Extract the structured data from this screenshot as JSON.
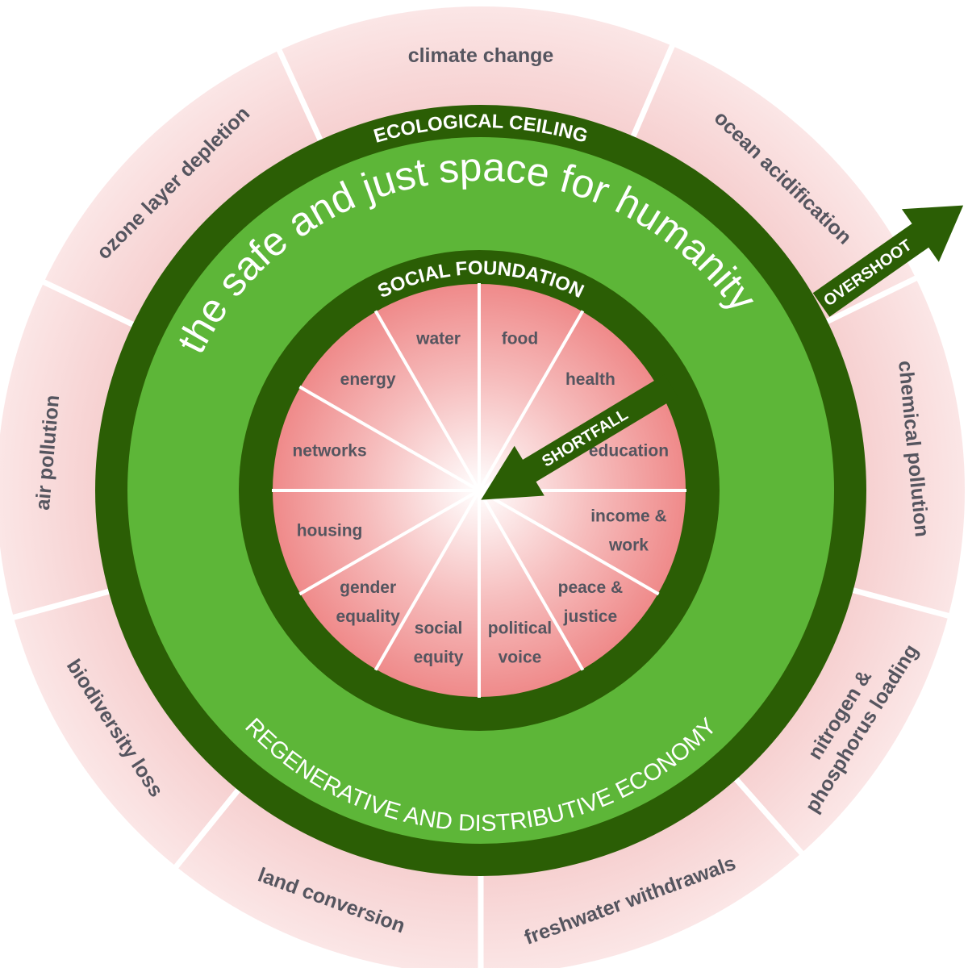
{
  "colors": {
    "dark_green": "#2b5e05",
    "light_green": "#5db638",
    "outer_pink": "#f9dcdc",
    "inner_pink": "#ef8a8a",
    "label_text": "#55555f"
  },
  "ecological_ceiling_label": "ECOLOGICAL CEILING",
  "social_foundation_label": "SOCIAL FOUNDATION",
  "safe_space_label": "the safe and just space for humanity",
  "economy_label": "REGENERATIVE AND DISTRIBUTIVE ECONOMY",
  "overshoot_label": "OVERSHOOT",
  "shortfall_label": "SHORTFALL",
  "ecological_boundaries": [
    {
      "lines": [
        "climate change"
      ]
    },
    {
      "lines": [
        "ocean acidification"
      ]
    },
    {
      "lines": [
        "chemical pollution"
      ]
    },
    {
      "lines": [
        "nitrogen &",
        "phosphorus loading"
      ]
    },
    {
      "lines": [
        "freshwater withdrawals"
      ]
    },
    {
      "lines": [
        "land conversion"
      ]
    },
    {
      "lines": [
        "biodiversity loss"
      ]
    },
    {
      "lines": [
        "air pollution"
      ]
    },
    {
      "lines": [
        "ozone layer depletion"
      ]
    }
  ],
  "social_foundation": [
    {
      "lines": [
        "food"
      ]
    },
    {
      "lines": [
        "health"
      ]
    },
    {
      "lines": [
        "education"
      ]
    },
    {
      "lines": [
        "income &",
        "work"
      ]
    },
    {
      "lines": [
        "peace &",
        "justice"
      ]
    },
    {
      "lines": [
        "political",
        "voice"
      ]
    },
    {
      "lines": [
        "social",
        "equity"
      ]
    },
    {
      "lines": [
        "gender",
        "equality"
      ]
    },
    {
      "lines": [
        "housing"
      ]
    },
    {
      "lines": [
        "networks"
      ]
    },
    {
      "lines": [
        "energy"
      ]
    },
    {
      "lines": [
        "water"
      ]
    }
  ]
}
